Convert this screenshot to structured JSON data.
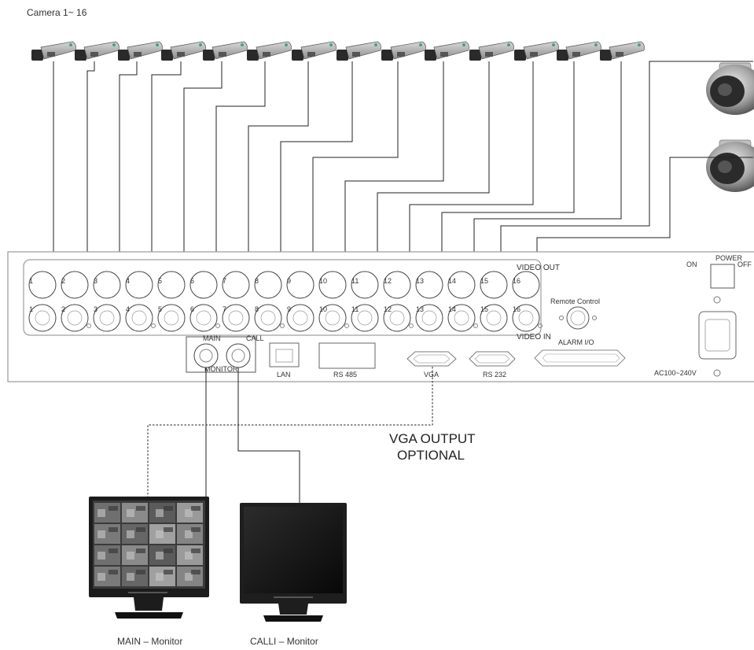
{
  "title": "Camera 1~ 16",
  "device": {
    "video_out_label": "VIDEO OUT",
    "video_in_label": "VIDEO IN",
    "out_numbers": [
      "1",
      "2",
      "3",
      "4",
      "5",
      "6",
      "7",
      "8",
      "9",
      "10",
      "11",
      "12",
      "13",
      "14",
      "15",
      "16"
    ],
    "in_numbers": [
      "1",
      "2",
      "3",
      "4",
      "5",
      "6",
      "7",
      "8",
      "9",
      "10",
      "11",
      "12",
      "13",
      "14",
      "15",
      "16"
    ],
    "remote_control_label": "Remote Control",
    "alarm_label": "ALARM I/O",
    "power_label": "POWER",
    "on_label": "ON",
    "off_label": "OFF",
    "ac_label": "AC100~240V",
    "monitor_label": "MONITOR",
    "main_label": "MAIN",
    "call_label": "CALL",
    "lan_label": "LAN",
    "rs485_label": "RS 485",
    "vga_label": "VGA",
    "rs232_label": "RS 232"
  },
  "vga_note": {
    "line1": "VGA OUTPUT",
    "line2": "OPTIONAL"
  },
  "monitors": {
    "main_caption": "MAIN – Monitor",
    "call_caption": "CALLI – Monitor"
  },
  "colors": {
    "line": "#222222",
    "panel_border": "#9a9a9a",
    "monitor_frame": "#1c1c1c",
    "camera_body": "#b4b4b4",
    "camera_dark": "#2a2a2a"
  }
}
